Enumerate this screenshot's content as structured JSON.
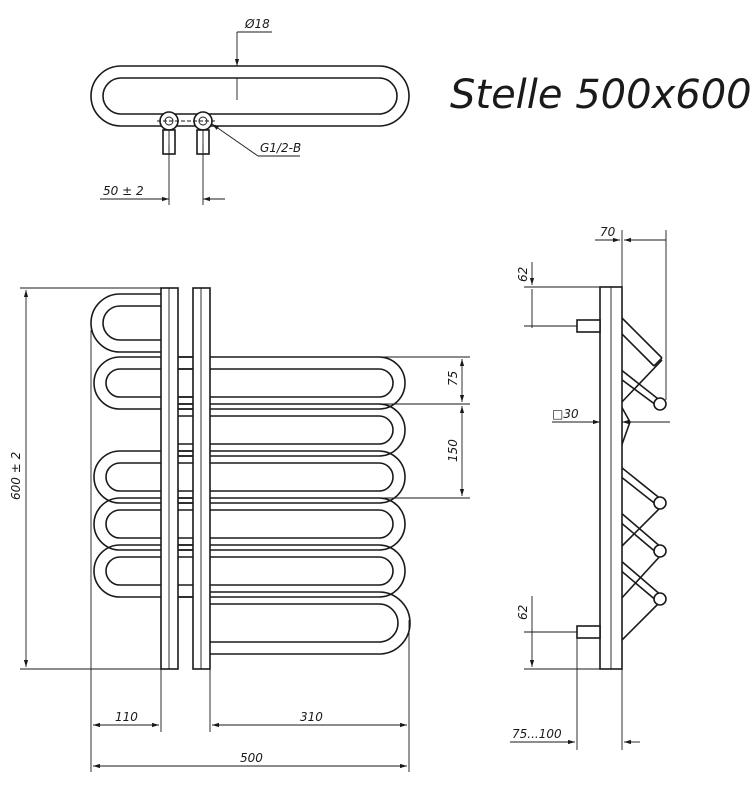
{
  "title": "Stelle 500x600",
  "labels": {
    "pipe_diameter": "Ø18",
    "thread": "G1/2-B",
    "axis_spacing": "50 ± 2",
    "depth_total": "70",
    "top_offset": "62",
    "square_profile": "□30",
    "bottom_offset": "62",
    "wall_gap": "75...100",
    "height": "600 ± 2",
    "loop_pitch_small": "75",
    "loop_pitch_large": "150",
    "left_offset": "110",
    "right_reach": "310",
    "width": "500"
  }
}
